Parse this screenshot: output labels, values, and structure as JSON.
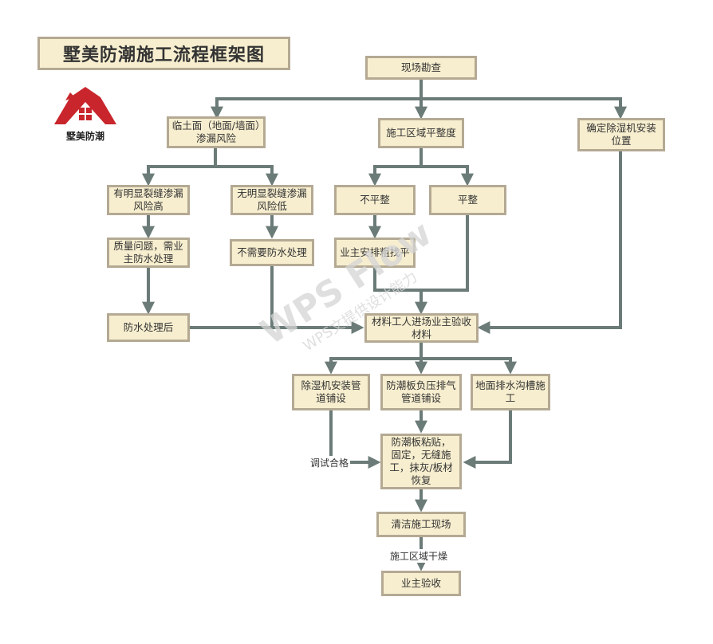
{
  "title": "墅美防潮施工流程框架图",
  "logo_text": "墅美防潮",
  "nodes": {
    "survey": "现场勘查",
    "ground_risk": "临土面（地面/墙面）渗漏风险",
    "flatness": "施工区域平整度",
    "dehum_position": "确定除湿机安装位置",
    "cracks_high": "有明显裂缝渗漏风险高",
    "cracks_low": "无明显裂缝渗漏风险低",
    "uneven": "不平整",
    "even": "平整",
    "quality_issue": "质量问题，需业主防水处理",
    "no_waterproof": "不需要防水处理",
    "owner_level": "业主安排粗找平",
    "after_waterproof": "防水处理后",
    "materials_arrive": "材料工人进场业主验收材料",
    "dehum_install": "除湿机安装管道铺设",
    "board_pipes": "防潮板负压排气管道铺设",
    "drain_ditch": "地面排水沟槽施工",
    "board_paste": "防潮板粘贴，固定，无缝施工，抹灰/板材恢复",
    "clean_site": "清洁施工现场",
    "acceptance": "业主验收"
  },
  "edge_labels": {
    "debug_pass": "调试合格",
    "area_dry": "施工区域干燥"
  },
  "watermark": {
    "brand": "WPS Flow",
    "caption": "WPS文提供设计能力"
  },
  "colors": {
    "node_fill": "#f7eecf",
    "node_border": "#b4a993",
    "connector": "#6b7b78",
    "logo_red": "#c8262c"
  }
}
